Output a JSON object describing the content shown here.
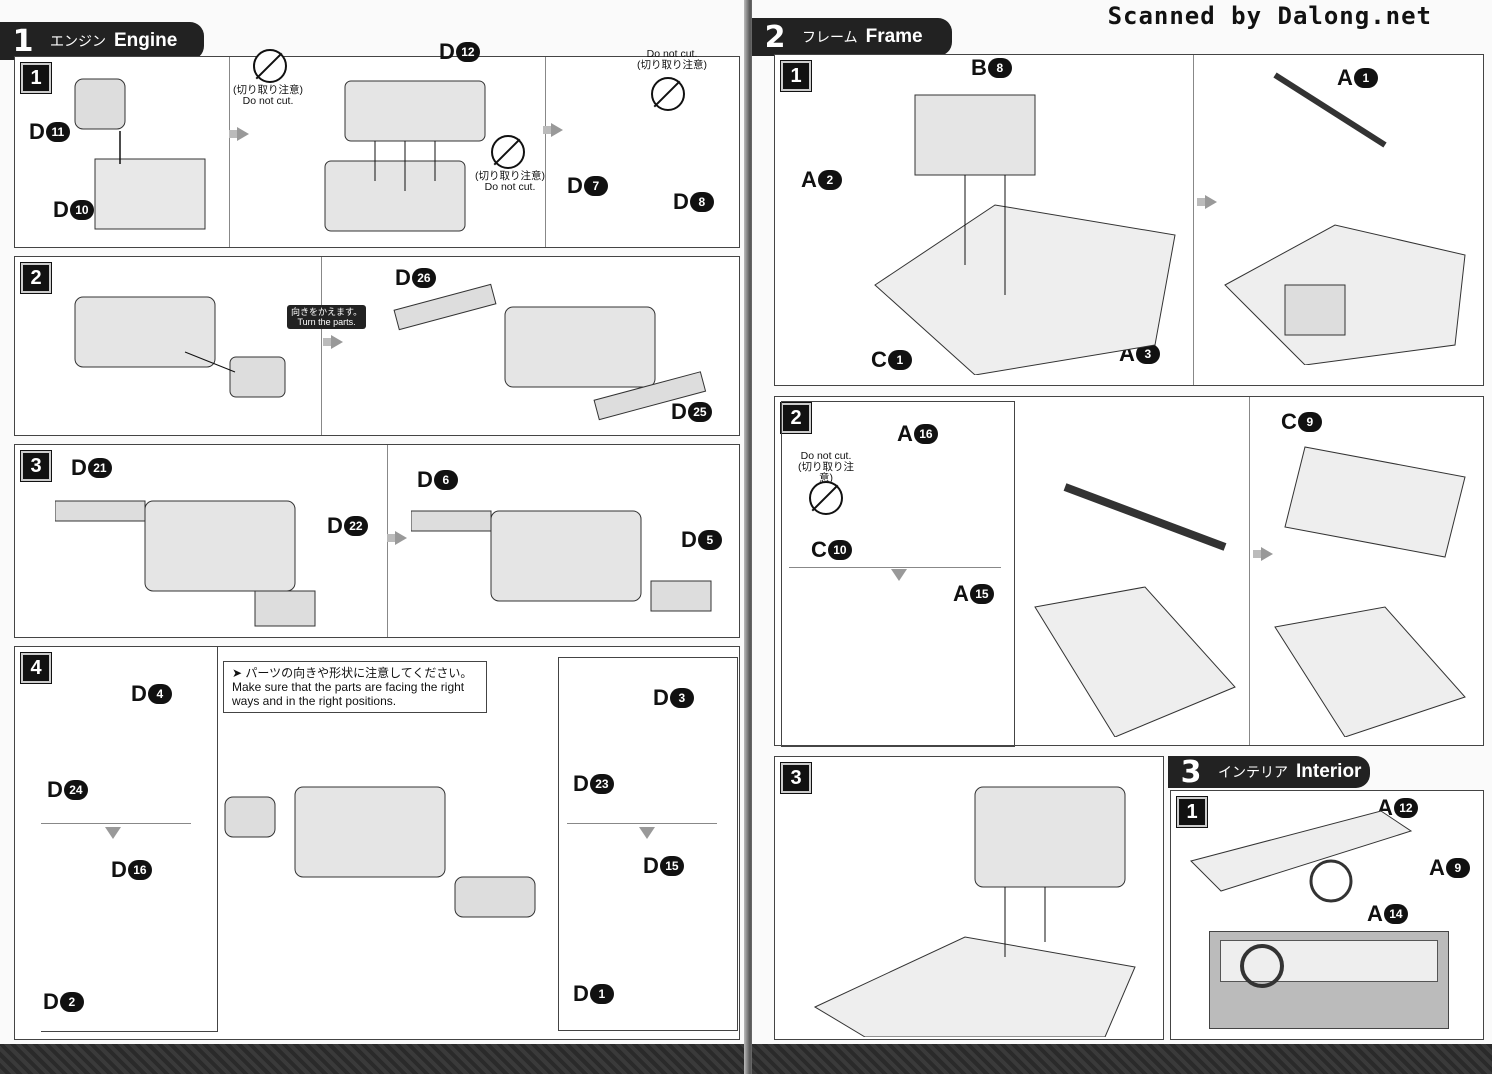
{
  "watermark": "Scanned by Dalong.net",
  "section1": {
    "num": "1",
    "jp": "エンジン",
    "en": "Engine"
  },
  "section2": {
    "num": "2",
    "jp": "フレーム",
    "en": "Frame"
  },
  "section3": {
    "num": "3",
    "jp": "インテリア",
    "en": "Interior"
  },
  "warnings": {
    "jp": "(切り取り注意)",
    "en": "Do not cut.",
    "en_jp": "Do not cut.\n(切り取り注意)"
  },
  "turn_badge": {
    "jp": "向きをかえます。",
    "en": "Turn the parts."
  },
  "note": {
    "jp": "パーツの向きや形状に注意してください。",
    "en": "Make sure that the parts are facing the right ways and in the right positions."
  },
  "engine_steps": {
    "s1": {
      "num": "1",
      "parts": [
        {
          "l": "D",
          "n": "11"
        },
        {
          "l": "D",
          "n": "10"
        },
        {
          "l": "D",
          "n": "12"
        },
        {
          "l": "D",
          "n": "7"
        },
        {
          "l": "D",
          "n": "8"
        }
      ]
    },
    "s2": {
      "num": "2",
      "parts": [
        {
          "l": "D",
          "n": "26"
        },
        {
          "l": "D",
          "n": "25"
        }
      ]
    },
    "s3": {
      "num": "3",
      "parts": [
        {
          "l": "D",
          "n": "21"
        },
        {
          "l": "D",
          "n": "22"
        },
        {
          "l": "D",
          "n": "6"
        },
        {
          "l": "D",
          "n": "5"
        }
      ]
    },
    "s4": {
      "num": "4",
      "parts": [
        {
          "l": "D",
          "n": "4"
        },
        {
          "l": "D",
          "n": "24"
        },
        {
          "l": "D",
          "n": "16"
        },
        {
          "l": "D",
          "n": "2"
        },
        {
          "l": "D",
          "n": "3"
        },
        {
          "l": "D",
          "n": "23"
        },
        {
          "l": "D",
          "n": "15"
        },
        {
          "l": "D",
          "n": "1"
        }
      ]
    }
  },
  "frame_steps": {
    "s1": {
      "num": "1",
      "parts": [
        {
          "l": "B",
          "n": "8"
        },
        {
          "l": "A",
          "n": "1"
        },
        {
          "l": "A",
          "n": "2"
        },
        {
          "l": "C",
          "n": "1"
        },
        {
          "l": "A",
          "n": "3"
        }
      ]
    },
    "s2": {
      "num": "2",
      "parts": [
        {
          "l": "A",
          "n": "16"
        },
        {
          "l": "C",
          "n": "10"
        },
        {
          "l": "A",
          "n": "15"
        },
        {
          "l": "C",
          "n": "9"
        }
      ]
    },
    "s3": {
      "num": "3"
    }
  },
  "interior_steps": {
    "s1": {
      "num": "1",
      "parts": [
        {
          "l": "A",
          "n": "12"
        },
        {
          "l": "A",
          "n": "9"
        },
        {
          "l": "A",
          "n": "14"
        }
      ]
    }
  }
}
